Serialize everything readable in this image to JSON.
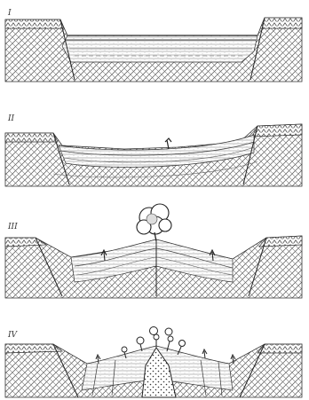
{
  "panels": [
    {
      "label": "I"
    },
    {
      "label": "II"
    },
    {
      "label": "III"
    },
    {
      "label": "IV"
    }
  ],
  "colors": {
    "ink": "#3a3a3a",
    "paper": "#ffffff"
  }
}
